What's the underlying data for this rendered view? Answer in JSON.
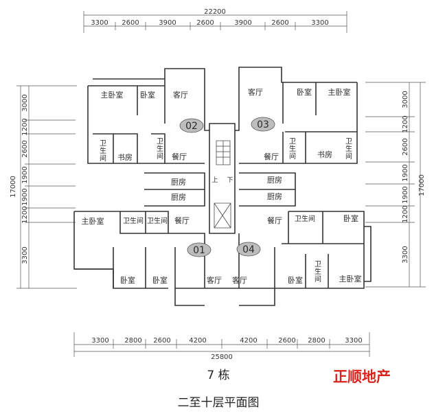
{
  "title": {
    "building": "7 栋",
    "floor_plan": "二至十层平面图",
    "brand": "正顺地产"
  },
  "dimensions": {
    "top_total": "22200",
    "top_segments": [
      "3300",
      "2600",
      "3900",
      "2600",
      "3900",
      "2600",
      "3300"
    ],
    "bottom_total": "25800",
    "bottom_segments": [
      "3300",
      "2800",
      "2600",
      "4200",
      "4200",
      "2600",
      "2800",
      "3300"
    ],
    "side_total": "17000",
    "side_segments": [
      "3000",
      "1200",
      "2600",
      "1900",
      "1900",
      "1200",
      "3300"
    ]
  },
  "unit_numbers": [
    "02",
    "03",
    "01",
    "04"
  ],
  "rooms": {
    "master_bedroom": "主卧室",
    "bedroom": "卧室",
    "living_room": "客厅",
    "dining_room": "餐厅",
    "kitchen": "厨房",
    "study": "书房",
    "bathroom_stacked": "卫生间",
    "bathroom_inline": "卫生间",
    "stair_up": "上",
    "stair_down": "下"
  }
}
